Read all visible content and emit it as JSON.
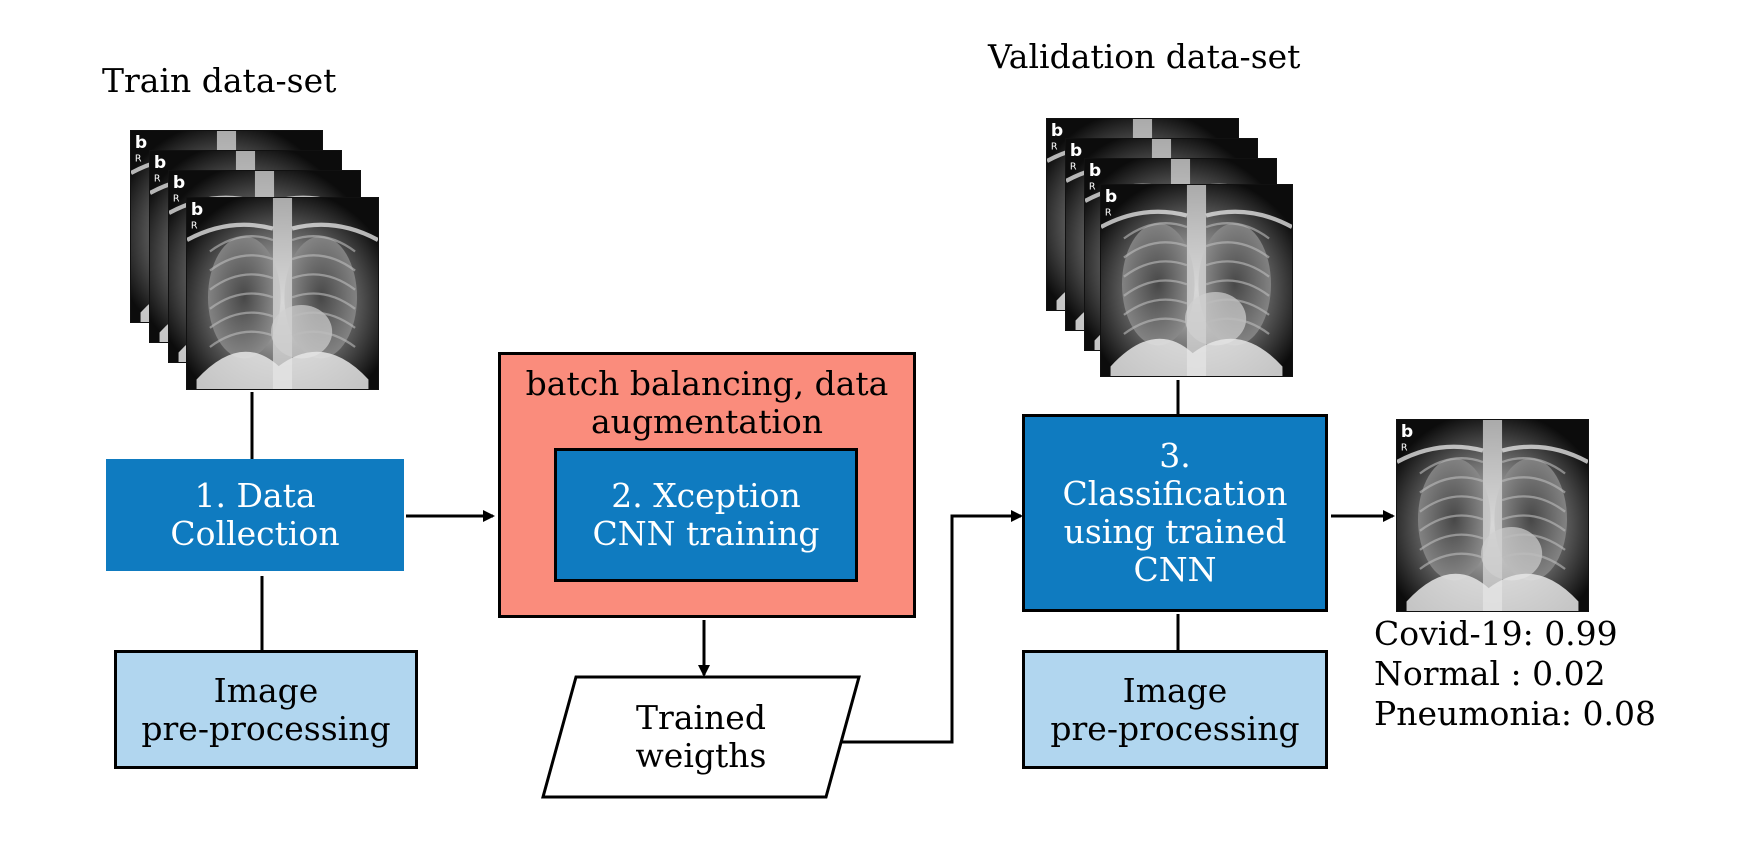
{
  "train_label": "Train data-set",
  "validation_label": "Validation data-set",
  "data_collection": {
    "line1": "1. Data",
    "line2": "Collection"
  },
  "preprocess_left": {
    "line1": "Image",
    "line2": "pre-processing"
  },
  "batch_box": {
    "line1": "batch balancing, data",
    "line2": "augmentation"
  },
  "xception": {
    "line1": "2. Xception",
    "line2": "CNN training"
  },
  "weights": {
    "line1": "Trained",
    "line2": "weigths"
  },
  "classification": {
    "line1": "3.",
    "line2": "Classification",
    "line3": "using trained",
    "line4": "CNN"
  },
  "preprocess_right": {
    "line1": "Image",
    "line2": "pre-processing"
  },
  "xray_marker": {
    "letter": "b",
    "side": "R"
  },
  "results": [
    {
      "label": "Covid-19: 0.99"
    },
    {
      "label": "Normal : 0.02"
    },
    {
      "label": "Pneumonia: 0.08"
    }
  ],
  "colors": {
    "dark_blue": "#0f7bc0",
    "light_blue": "#b1d6ef",
    "salmon": "#fa8c7c",
    "line": "#000000"
  }
}
